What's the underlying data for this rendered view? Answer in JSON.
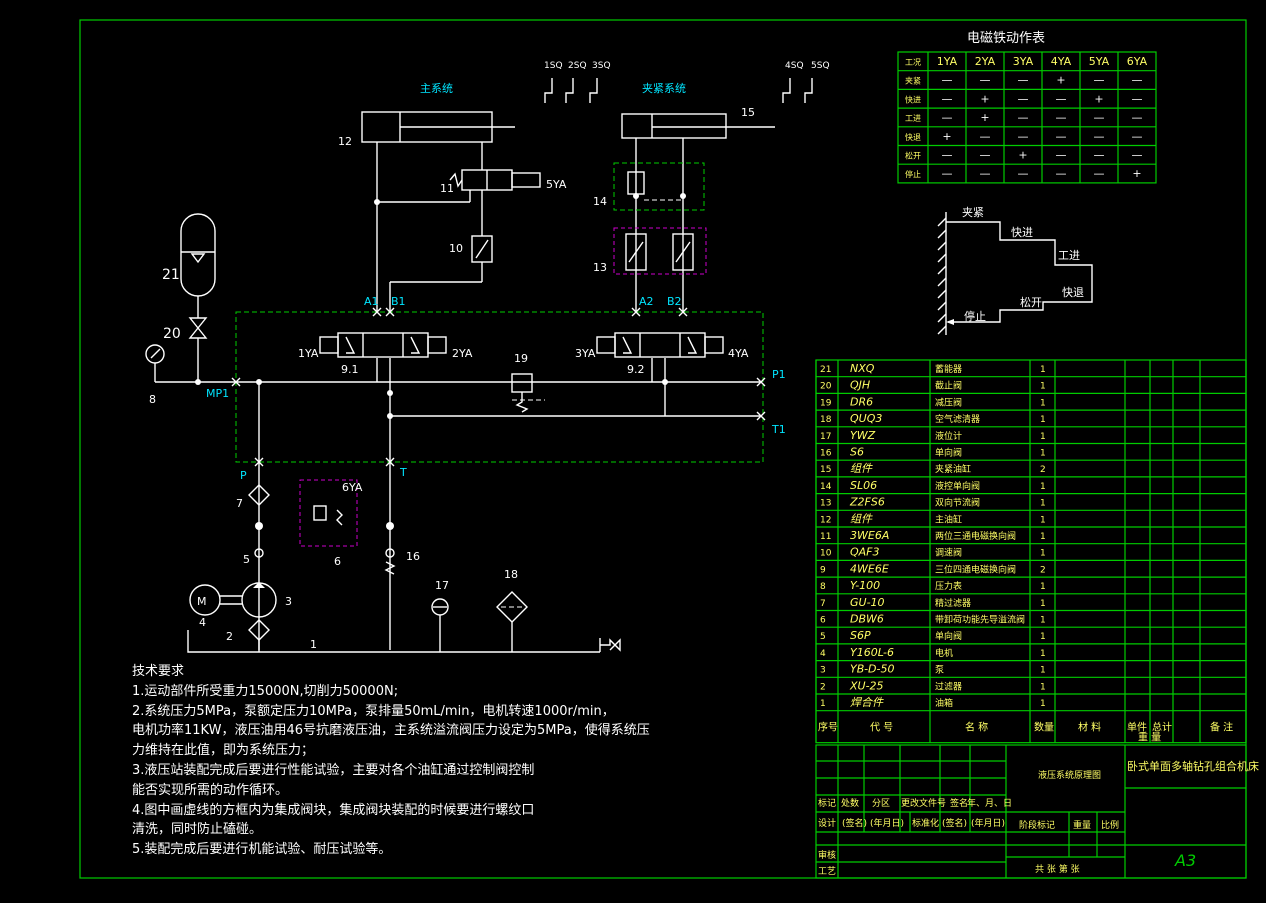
{
  "system_labels": {
    "main": "主系统",
    "clamp": "夹紧系统"
  },
  "switch_labels": [
    "1SQ",
    "2SQ",
    "3SQ",
    "4SQ",
    "5SQ"
  ],
  "solenoid_labels": [
    "1YA",
    "2YA",
    "3YA",
    "4YA",
    "5YA",
    "6YA"
  ],
  "port_labels": {
    "A1": "A1",
    "B1": "B1",
    "A2": "A2",
    "B2": "B2",
    "P1": "P1",
    "T1": "T1",
    "P": "P",
    "T": "T",
    "MP1": "MP1"
  },
  "valve_numbers": {
    "v91": "9.1",
    "v92": "9.2"
  },
  "component_numbers": [
    "1",
    "2",
    "3",
    "4",
    "5",
    "6",
    "7",
    "8",
    "10",
    "11",
    "12",
    "13",
    "14",
    "15",
    "16",
    "17",
    "18",
    "19",
    "20",
    "21"
  ],
  "motor_label": "M",
  "table_title": "电磁铁动作表",
  "action_table": {
    "header": [
      "工况",
      "1YA",
      "2YA",
      "3YA",
      "4YA",
      "5YA",
      "6YA"
    ],
    "rows": [
      [
        "夹紧",
        "—",
        "—",
        "—",
        "+",
        "—",
        "—"
      ],
      [
        "快进",
        "—",
        "+",
        "—",
        "—",
        "+",
        "—"
      ],
      [
        "工进",
        "—",
        "+",
        "—",
        "—",
        "—",
        "—"
      ],
      [
        "快退",
        "+",
        "—",
        "—",
        "—",
        "—",
        "—"
      ],
      [
        "松开",
        "—",
        "—",
        "+",
        "—",
        "—",
        "—"
      ],
      [
        "停止",
        "—",
        "—",
        "—",
        "—",
        "—",
        "+"
      ]
    ]
  },
  "cycle_steps": [
    "夹紧",
    "快进",
    "工进",
    "快退",
    "松开",
    "停止"
  ],
  "parts_list": [
    [
      "21",
      "NXQ",
      "蓄能器",
      "1"
    ],
    [
      "20",
      "QJH",
      "截止阀",
      "1"
    ],
    [
      "19",
      "DR6",
      "减压阀",
      "1"
    ],
    [
      "18",
      "QUQ3",
      "空气滤清器",
      "1"
    ],
    [
      "17",
      "YWZ",
      "液位计",
      "1"
    ],
    [
      "16",
      "S6",
      "单向阀",
      "1"
    ],
    [
      "15",
      "组件",
      "夹紧油缸",
      "2"
    ],
    [
      "14",
      "SL06",
      "液控单向阀",
      "1"
    ],
    [
      "13",
      "Z2FS6",
      "双向节流阀",
      "1"
    ],
    [
      "12",
      "组件",
      "主油缸",
      "1"
    ],
    [
      "11",
      "3WE6A",
      "两位三通电磁换向阀",
      "1"
    ],
    [
      "10",
      "QAF3",
      "调速阀",
      "1"
    ],
    [
      "9",
      "4WE6E",
      "三位四通电磁换向阀",
      "2"
    ],
    [
      "8",
      "Y-100",
      "压力表",
      "1"
    ],
    [
      "7",
      "GU-10",
      "精过滤器",
      "1"
    ],
    [
      "6",
      "DBW6",
      "带卸荷功能先导溢流阀",
      "1"
    ],
    [
      "5",
      "S6P",
      "单向阀",
      "1"
    ],
    [
      "4",
      "Y160L-6",
      "电机",
      "1"
    ],
    [
      "3",
      "YB-D-50",
      "泵",
      "1"
    ],
    [
      "2",
      "XU-25",
      "过滤器",
      "1"
    ],
    [
      "1",
      "焊合件",
      "油箱",
      "1"
    ]
  ],
  "parts_header": {
    "seq": "序号",
    "code": "代 号",
    "name": "名 称",
    "qty": "数量",
    "material": "材 料",
    "single": "单件",
    "total": "总计",
    "weight": "重 量",
    "remark": "备 注"
  },
  "title_block": {
    "drawing_name": "液压系统原理图",
    "machine_name": "卧式单面多轴钻孔组合机床",
    "sheet": "A3",
    "row_marks": [
      "标记",
      "处数",
      "分区",
      "更改文件号",
      "签名",
      "年、月、日"
    ],
    "design": [
      "设计",
      "(签名)",
      "(年月日)",
      "标准化",
      "(签名)",
      "(年月日)"
    ],
    "stage": "阶段标记",
    "weight": "重量",
    "scale": "比例",
    "review": "审核",
    "process": "工艺",
    "sheets": "共  张  第  张"
  },
  "notes": {
    "title": "技术要求",
    "lines": [
      "1.运动部件所受重力15000N,切削力50000N;",
      "2.系统压力5MPa，泵额定压力10MPa，泵排量50mL/min，电机转速1000r/min，",
      "电机功率11KW，液压油用46号抗磨液压油，主系统溢流阀压力设定为5MPa，使得系统压",
      "力维持在此值，即为系统压力；",
      "3.液压站装配完成后要进行性能试验，主要对各个油缸通过控制阀控制",
      "能否实现所需的动作循环。",
      "4.图中画虚线的方框内为集成阀块，集成阀块装配的时候要进行螺纹口",
      "清洗，同时防止磕碰。",
      "5.装配完成后要进行机能试验、耐压试验等。"
    ]
  },
  "colors": {
    "frame": "#00cc00",
    "lines": "#ffffff",
    "labels": "#00e5ff",
    "table_text": "#ffff66",
    "block": "#cc00cc",
    "accent": "#ff2222"
  }
}
